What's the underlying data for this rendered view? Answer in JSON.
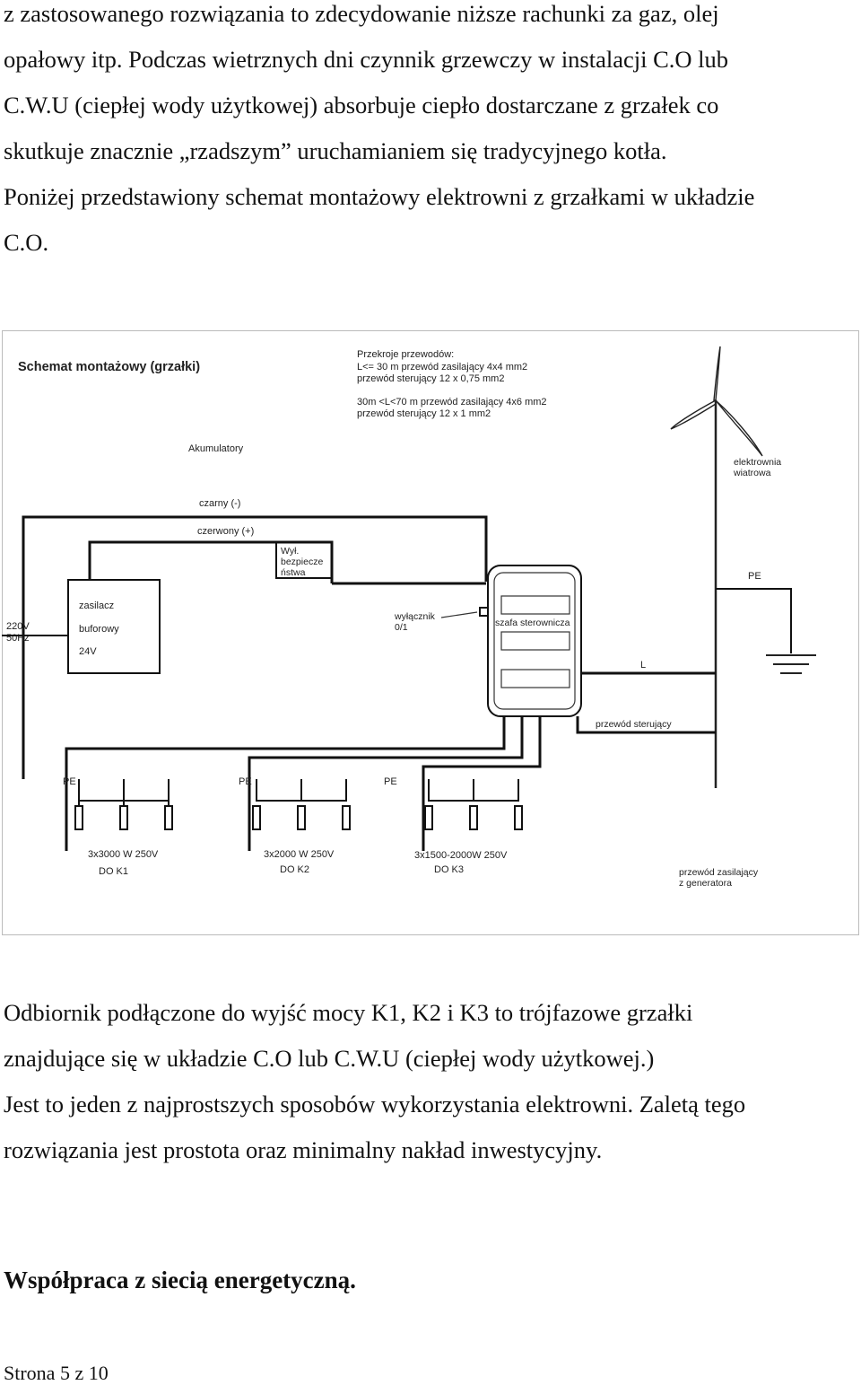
{
  "intro": {
    "lines": [
      "z zastosowanego rozwiązania to zdecydowanie niższe rachunki za gaz, olej",
      "opałowy itp. Podczas wietrznych dni czynnik grzewczy w instalacji C.O lub",
      "C.W.U (ciepłej wody użytkowej) absorbuje ciepło dostarczane z grzałek co",
      "skutkuje znacznie „rzadszym” uruchamianiem się tradycyjnego kotła.",
      "Poniżej przedstawiony schemat montażowy elektrowni z grzałkami w układzie",
      "C.O."
    ]
  },
  "diagram": {
    "title": "Schemat montażowy (grzałki)",
    "cross_section": {
      "header": "Przekroje przewodów:",
      "lines": [
        "L<= 30 m przewód zasilający 4x4 mm2",
        "przewód sterujący 12 x 0,75 mm2",
        "30m <L<70 m przewód zasilający 4x6 mm2",
        "przewód sterujący 12 x 1 mm2"
      ]
    },
    "labels": {
      "akumulatory": "Akumulatory",
      "czarny": "czarny (-)",
      "czerwony": "czerwony (+)",
      "fuse": [
        "Wył.",
        "bezpiecze",
        "ństwa"
      ],
      "psu": [
        "zasilacz",
        "buforowy",
        "24V"
      ],
      "mains": [
        "220V",
        "50Hz"
      ],
      "switch": [
        "wyłącznik",
        "0/1"
      ],
      "cabinet": "szafa sterownicza",
      "turbine": [
        "elektrownia",
        "wiatrowa"
      ],
      "pe": "PE",
      "l": "L",
      "control_wire": "przewód sterujący",
      "supply_wire": [
        "przewód zasilający",
        "z generatora"
      ]
    },
    "heater_groups": [
      {
        "pe": "PE",
        "power": "3x3000 W 250V",
        "target": "DO K1"
      },
      {
        "pe": "PE",
        "power": "3x2000 W 250V",
        "target": "DO K2"
      },
      {
        "pe": "PE",
        "power": "3x1500-2000W 250V",
        "target": "DO K3"
      }
    ]
  },
  "outro": {
    "lines": [
      "Odbiornik podłączone do wyjść mocy K1, K2 i K3 to trójfazowe grzałki",
      "znajdujące się w układzie C.O lub C.W.U (ciepłej wody użytkowej.)",
      "Jest to jeden z najprostszych sposobów wykorzystania elektrowni. Zaletą tego",
      "rozwiązania jest prostota oraz minimalny nakład inwestycyjny."
    ]
  },
  "heading": "Współpraca z siecią energetyczną.",
  "footer": "Strona 5 z 10"
}
